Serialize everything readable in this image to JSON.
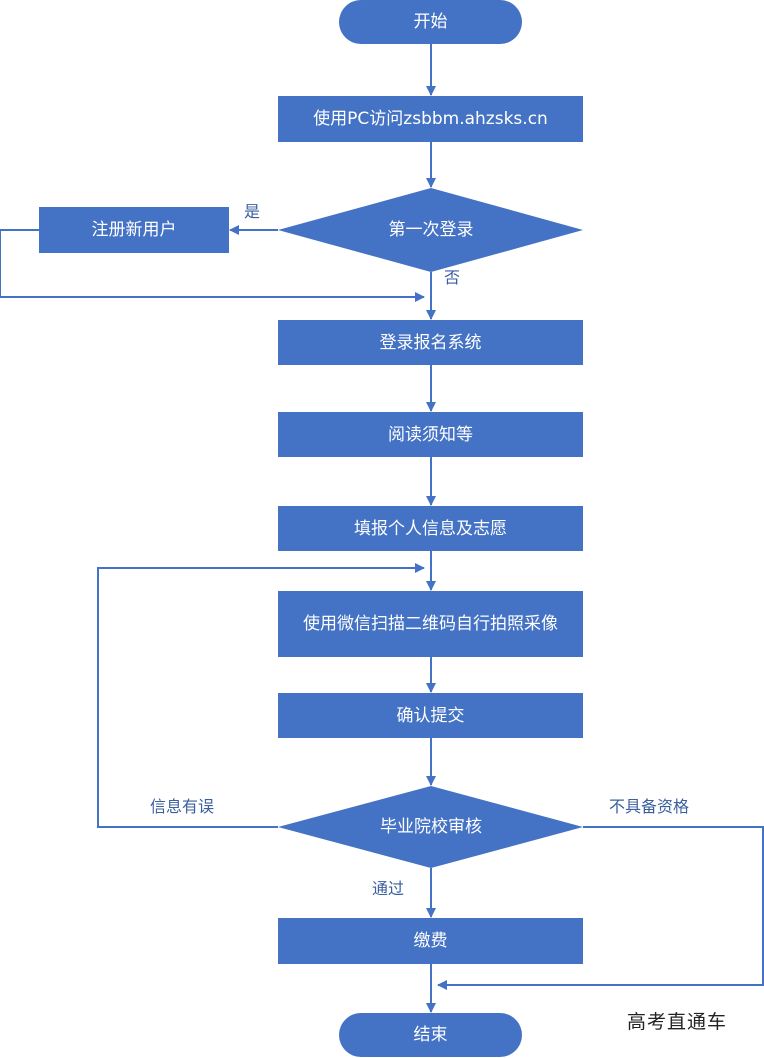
{
  "nodes": {
    "start": "开始",
    "visit": "使用PC访问zsbbm.ahzsks.cn",
    "first_login": "第一次登录",
    "register": "注册新用户",
    "login": "登录报名系统",
    "read": "阅读须知等",
    "fill": "填报个人信息及志愿",
    "photo": "使用微信扫描二维码自行拍照采像",
    "submit": "确认提交",
    "review": "毕业院校审核",
    "pay": "缴费",
    "end": "结束"
  },
  "edges": {
    "yes": "是",
    "no": "否",
    "info_error": "信息有误",
    "unqualified": "不具备资格",
    "passed": "通过"
  },
  "watermark": "高考直通车",
  "colors": {
    "node_fill": "#4472c4",
    "arrow": "#4472c4",
    "text": "#ffffff"
  }
}
